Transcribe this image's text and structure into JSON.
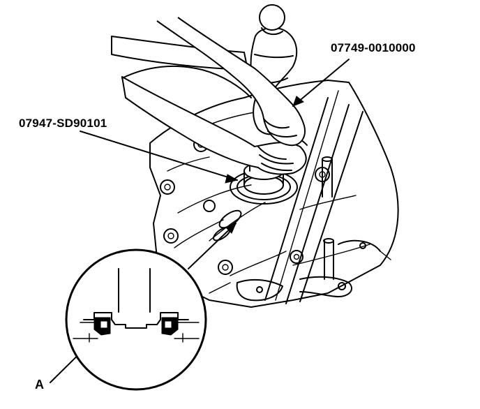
{
  "callouts": {
    "tool_upper_right": "07749-0010000",
    "tool_left": "07947-SD90101",
    "detail_a": "A"
  },
  "colors": {
    "line": "#000000",
    "background": "#ffffff"
  }
}
